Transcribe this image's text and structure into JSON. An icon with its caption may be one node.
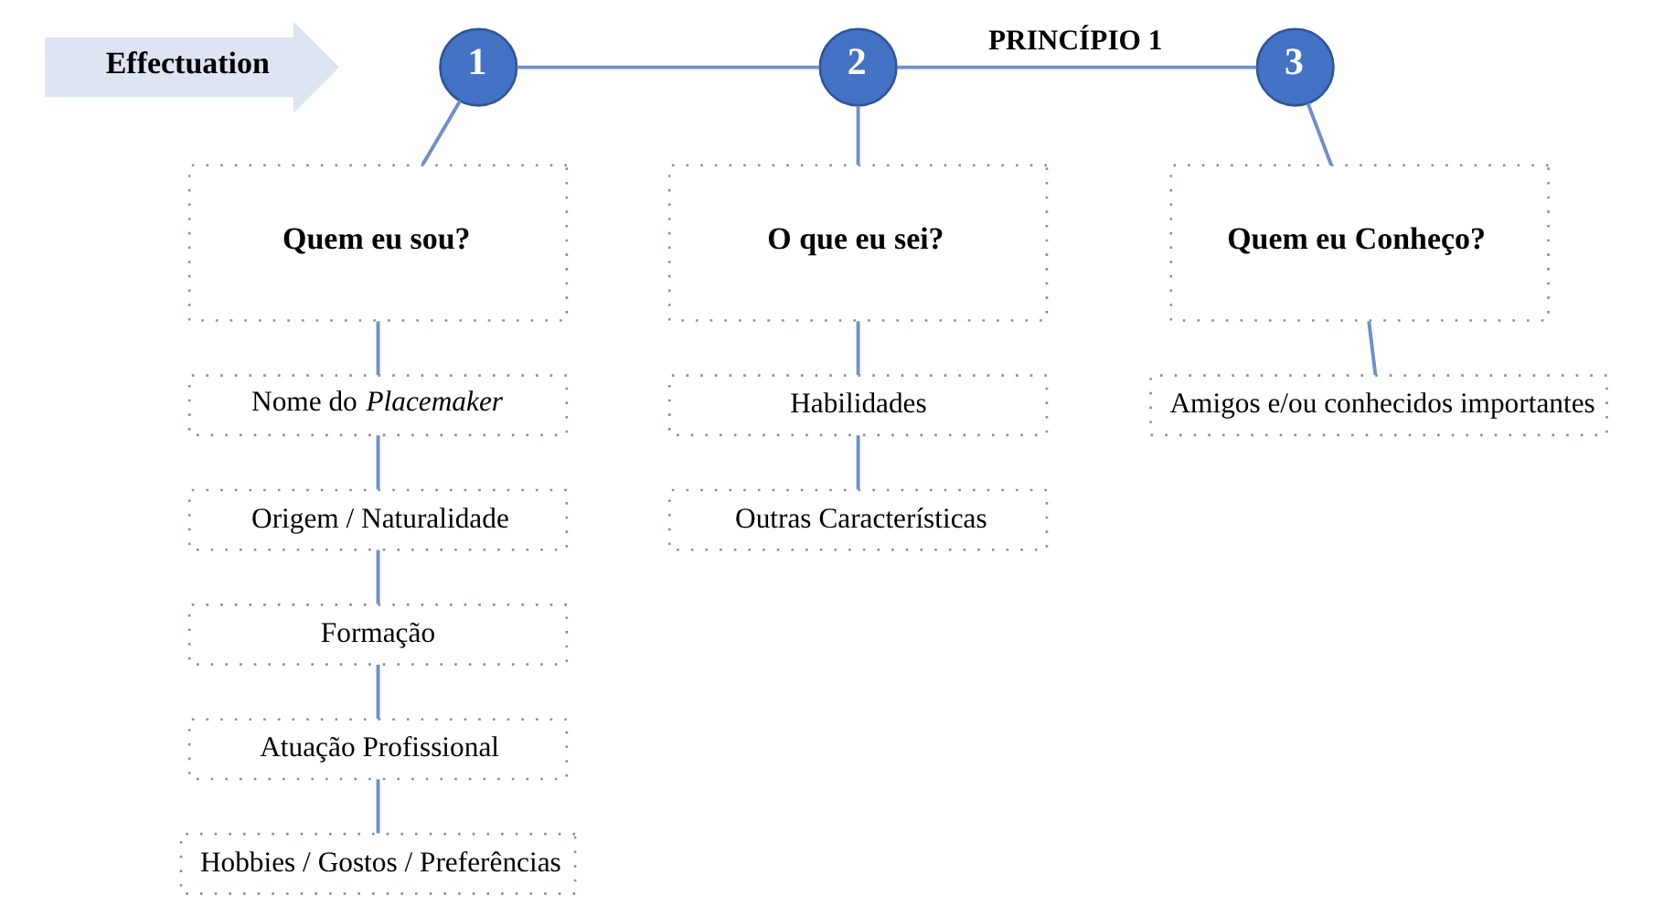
{
  "diagram": {
    "nodes": [
      {
        "text": [
          "Effectuation"
        ]
      },
      {
        "text": [
          "1"
        ]
      },
      {
        "text": [
          "2"
        ]
      },
      {
        "text": [
          "3"
        ]
      },
      {
        "text": [
          "Quem eu sou?"
        ]
      },
      {
        "text": [
          "Nome do *Placemaker*"
        ]
      },
      {
        "text": [
          "Origem / Naturalidade"
        ]
      },
      {
        "text": [
          "Formação"
        ]
      },
      {
        "text": [
          "Atuação Profissional"
        ]
      },
      {
        "text": [
          "Hobbies / Gostos / Preferências"
        ]
      },
      {
        "text": [
          "O que eu sei?"
        ]
      },
      {
        "text": [
          "Habilidades"
        ]
      },
      {
        "text": [
          "Outras Características"
        ]
      },
      {
        "text": [
          "Quem eu Conheço?"
        ]
      },
      {
        "text": [
          "Amigos e/ou conhecidos importantes"
        ]
      }
    ],
    "edges": [
      {
        "from": 1,
        "to": 2,
        "arrow": "none"
      },
      {
        "from": 2,
        "to": 3,
        "arrow": "none",
        "label": "PRINCÍPIO 1"
      },
      {
        "from": 1,
        "to": 4,
        "arrow": "none"
      },
      {
        "from": 4,
        "to": 5,
        "arrow": "none"
      },
      {
        "from": 5,
        "to": 6,
        "arrow": "none"
      },
      {
        "from": 6,
        "to": 7,
        "arrow": "none"
      },
      {
        "from": 7,
        "to": 8,
        "arrow": "none"
      },
      {
        "from": 8,
        "to": 9,
        "arrow": "none"
      },
      {
        "from": 2,
        "to": 10,
        "arrow": "none"
      },
      {
        "from": 10,
        "to": 11,
        "arrow": "none"
      },
      {
        "from": 11,
        "to": 12,
        "arrow": "none"
      },
      {
        "from": 3,
        "to": 13,
        "arrow": "none"
      },
      {
        "from": 13,
        "to": 14,
        "arrow": "none"
      }
    ]
  }
}
